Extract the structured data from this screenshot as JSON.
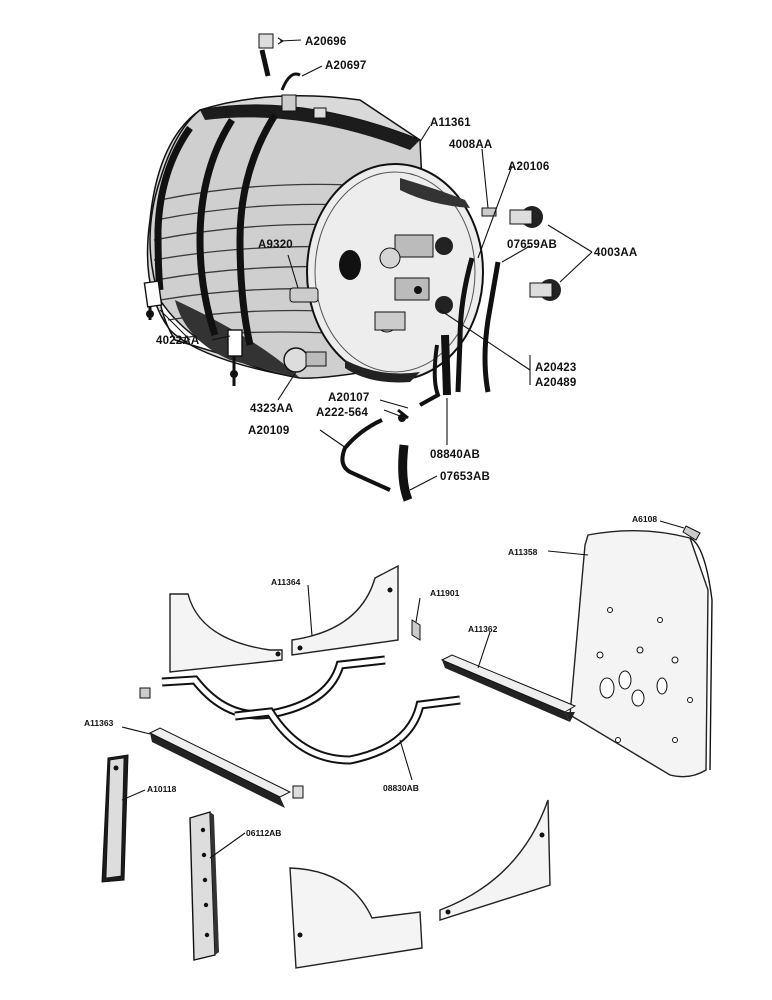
{
  "labels": {
    "a20696": "A20696",
    "a20697": "A20697",
    "a11361": "A11361",
    "n4008aa": "4008AA",
    "a20106": "A20106",
    "a9320": "A9320",
    "n07659ab": "07659AB",
    "n4003aa": "4003AA",
    "n4022aa": "4022AA",
    "a20423": "A20423",
    "a20489": "A20489",
    "n4323aa": "4323AA",
    "a20107": "A20107",
    "a222_564": "A222-564",
    "a20109": "A20109",
    "n08840ab": "08840AB",
    "n07653ab": "07653AB",
    "a6108": "A6108",
    "a11358": "A11358",
    "a11364": "A11364",
    "a11901": "A11901",
    "a11362": "A11362",
    "a11363": "A11363",
    "a10118": "A10118",
    "n08830ab": "08830AB",
    "n06112ab": "06112AB"
  }
}
